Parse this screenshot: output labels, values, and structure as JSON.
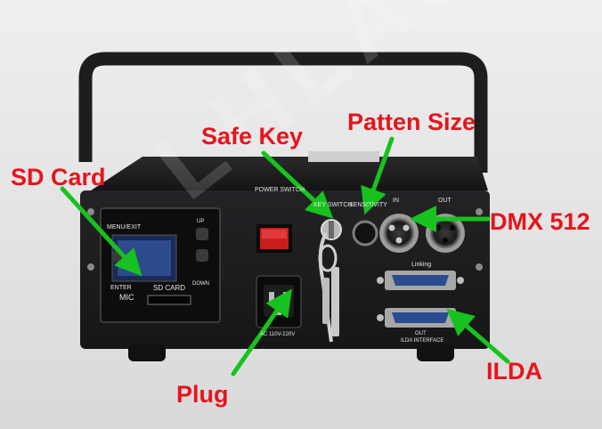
{
  "callouts": {
    "sd_card": "SD Card",
    "safe_key": "Safe Key",
    "pattern_size": "Patten Size",
    "dmx": "DMX 512",
    "plug": "Plug",
    "ilda": "ILDA"
  },
  "panel": {
    "power_switch": "POWER SWITCH",
    "key_switch": "KEY SWITCH",
    "sensitivity": "SENSITIVITY",
    "dmx_in": "IN",
    "dmx_out": "OUT",
    "menu_exit": "MENU/EXIT",
    "up": "UP",
    "enter": "ENTER",
    "down": "DOWN",
    "mic": "MIC",
    "sd_slot": "SD CARD",
    "voltage": "AC 110V-220V",
    "linking": "Linking",
    "ilda_out": "OUT",
    "ilda_interface": "ILDA INTERFACE"
  },
  "watermark": "LHLASER",
  "colors": {
    "callout_text": "#e8141b",
    "arrow": "#18c21e",
    "chassis": "#1c1c1e",
    "background": "#ebebeb"
  }
}
